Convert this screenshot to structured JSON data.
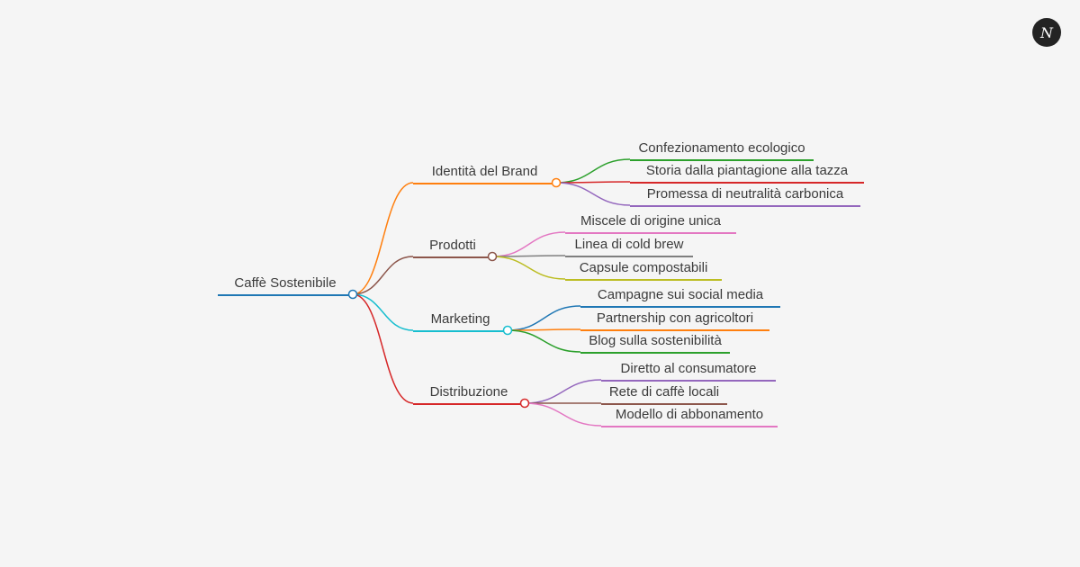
{
  "logo": {
    "letter": "N"
  },
  "mindmap": {
    "root": {
      "label": "Caffè Sostenibile",
      "color": "#1f77b4"
    },
    "branches": [
      {
        "label": "Identità del Brand",
        "color": "#ff7f0e",
        "children": [
          {
            "label": "Confezionamento ecologico",
            "color": "#2ca02c"
          },
          {
            "label": "Storia dalla piantagione alla tazza",
            "color": "#d62728"
          },
          {
            "label": "Promessa di neutralità carbonica",
            "color": "#9467bd"
          }
        ]
      },
      {
        "label": "Prodotti",
        "color": "#8c564b",
        "children": [
          {
            "label": "Miscele di origine unica",
            "color": "#e377c2"
          },
          {
            "label": "Linea di cold brew",
            "color": "#7f7f7f"
          },
          {
            "label": "Capsule compostabili",
            "color": "#bcbd22"
          }
        ]
      },
      {
        "label": "Marketing",
        "color": "#17becf",
        "children": [
          {
            "label": "Campagne sui social media",
            "color": "#1f77b4"
          },
          {
            "label": "Partnership con agricoltori",
            "color": "#ff7f0e"
          },
          {
            "label": "Blog sulla sostenibilità",
            "color": "#2ca02c"
          }
        ]
      },
      {
        "label": "Distribuzione",
        "color": "#d62728",
        "children": [
          {
            "label": "Diretto al consumatore",
            "color": "#9467bd"
          },
          {
            "label": "Rete di caffè locali",
            "color": "#8c564b"
          },
          {
            "label": "Modello di abbonamento",
            "color": "#e377c2"
          }
        ]
      }
    ]
  }
}
